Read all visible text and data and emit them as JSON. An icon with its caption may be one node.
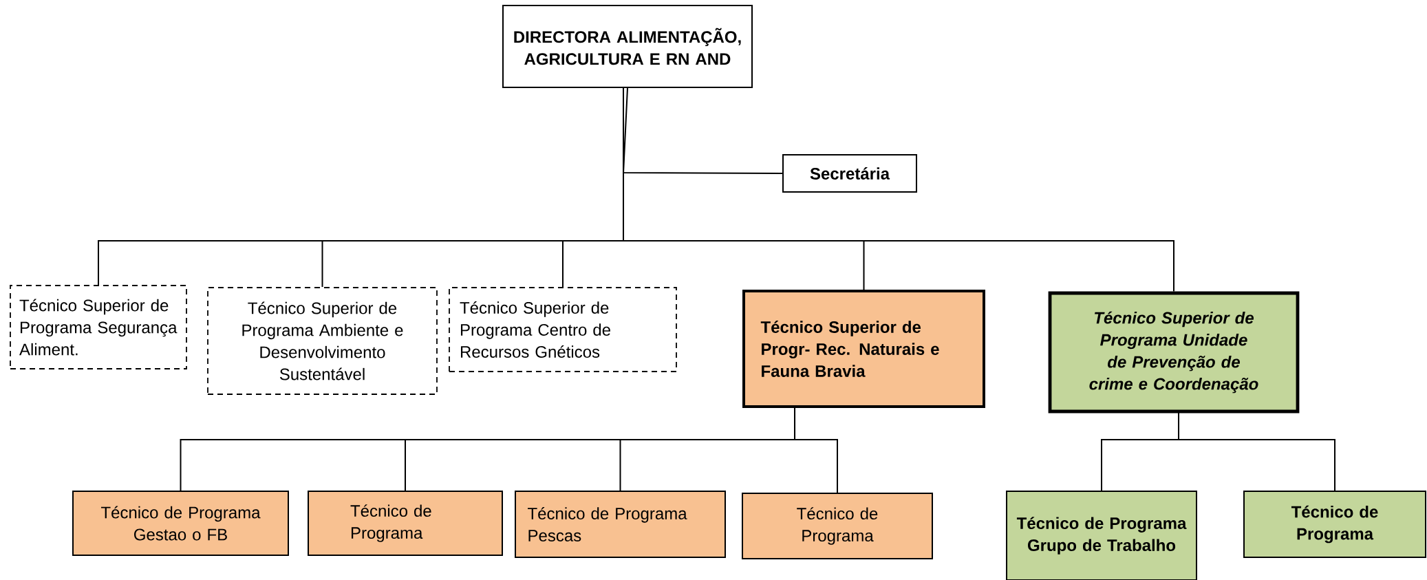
{
  "diagram": {
    "nodes": [
      {
        "text": [
          "DIRECTORA ALIMENTAÇÃO, AGRICULTURA E RN AND"
        ]
      },
      {
        "text": [
          "Secretária"
        ]
      },
      {
        "text": [
          "Técnico Superior de Programa Segurança Aliment."
        ]
      },
      {
        "text": [
          "Técnico Superior de Programa Ambiente e Desenvolvimento Sustentável"
        ]
      },
      {
        "text": [
          "Técnico Superior de Programa Centro de Recursos Gnéticos"
        ]
      },
      {
        "text": [
          "Técnico Superior de Progr- Rec. Naturais e Fauna Bravia"
        ]
      },
      {
        "text": [
          "Técnico Superior de Programa Unidade de Prevenção de crime e Coordenação"
        ]
      },
      {
        "text": [
          "Técnico de Programa Gestao o FB"
        ]
      },
      {
        "text": [
          "Técnico de Programa"
        ]
      },
      {
        "text": [
          "Técnico de Programa Pescas"
        ]
      },
      {
        "text": [
          "Técnico de Programa"
        ]
      },
      {
        "text": [
          "Técnico de Programa Grupo de Trabalho"
        ]
      },
      {
        "text": [
          "Técnico de Programa"
        ]
      }
    ],
    "edges": [
      {
        "from": 0,
        "to": 1,
        "arrow": "none"
      },
      {
        "from": 0,
        "to": 2,
        "arrow": "none"
      },
      {
        "from": 0,
        "to": 3,
        "arrow": "none"
      },
      {
        "from": 0,
        "to": 4,
        "arrow": "none"
      },
      {
        "from": 0,
        "to": 5,
        "arrow": "none"
      },
      {
        "from": 0,
        "to": 6,
        "arrow": "none"
      },
      {
        "from": 5,
        "to": 7,
        "arrow": "none"
      },
      {
        "from": 5,
        "to": 8,
        "arrow": "none"
      },
      {
        "from": 5,
        "to": 9,
        "arrow": "none"
      },
      {
        "from": 5,
        "to": 10,
        "arrow": "none"
      },
      {
        "from": 6,
        "to": 11,
        "arrow": "none"
      },
      {
        "from": 6,
        "to": 12,
        "arrow": "none"
      }
    ]
  }
}
